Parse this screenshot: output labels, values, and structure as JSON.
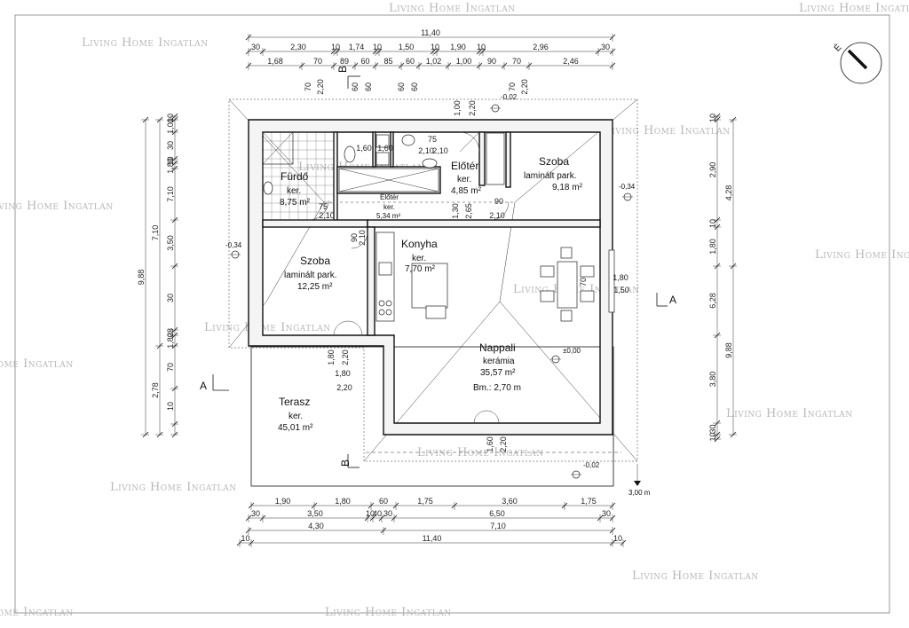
{
  "watermark": "Living Home Ingatlan",
  "compass_label": "É",
  "rooms": {
    "furdo": {
      "name": "Fürdő",
      "floor": "ker.",
      "area": "8,75 m²"
    },
    "eloter1": {
      "name": "Előtér",
      "floor": "ker.",
      "area": "4,85 m²"
    },
    "szoba1": {
      "name": "Szoba",
      "floor": "laminált park.",
      "area": "9,18 m²"
    },
    "eloter2": {
      "name": "Előtér",
      "floor": "ker.",
      "area": "5,34 m²"
    },
    "szoba2": {
      "name": "Szoba",
      "floor": "laminált park.",
      "area": "12,25 m²"
    },
    "konyha": {
      "name": "Konyha",
      "floor": "ker.",
      "area": "7,70 m²"
    },
    "nappali": {
      "name": "Nappali",
      "floor": "kerámia",
      "area": "35,57 m²",
      "height": "Bm.: 2,70 m"
    },
    "terasz": {
      "name": "Terasz",
      "floor": "ker.",
      "area": "45,01 m²"
    }
  },
  "levels": {
    "main": "±0,00",
    "left": "-0,34",
    "right": "-0,34",
    "top": "-0,02",
    "bottom": "-0,02",
    "ground": "3,00 m"
  },
  "sections": {
    "a": "A",
    "b": "B"
  },
  "top_dims": {
    "row1": [
      "11,40"
    ],
    "row2": [
      "30",
      "2,30",
      "10",
      "1,74",
      "10",
      "1,50",
      "10",
      "1,90",
      "10",
      "2,96",
      "30"
    ],
    "row3": [
      "1,68",
      "70",
      "89",
      "60",
      "85",
      "60",
      "1,02",
      "1,00",
      "90",
      "70",
      "2,46"
    ]
  },
  "bottom_dims": {
    "row1": [
      "1,90",
      "1,80",
      "60",
      "1,75",
      "3,60",
      "1,75"
    ],
    "row2": [
      "30",
      "3,50",
      "10",
      "40",
      "30",
      "6,50",
      "30"
    ],
    "row3": [
      "4,30",
      "7,10"
    ],
    "row4": [
      "10",
      "11,40",
      "10"
    ]
  },
  "left_dims": {
    "row1": [
      "10",
      "1,00",
      "30",
      "10",
      "1,80",
      "7,10",
      "3,50",
      "30",
      "28",
      "1,80",
      "70",
      "10"
    ],
    "row2": [
      "7,10",
      "2,78"
    ],
    "row3": [
      "9,88"
    ]
  },
  "right_dims": {
    "row1": [
      "10",
      "2,90",
      "10",
      "1,80",
      "6,28",
      "3,80",
      "30",
      "10"
    ],
    "row2": [
      "4,28",
      "9,88"
    ]
  },
  "inner_dims": [
    "70",
    "2,20",
    "60",
    "60",
    "60",
    "60",
    "70",
    "2,20",
    "1,60",
    "2,10",
    "75",
    "1,60",
    "2,10",
    "1,00",
    "2,20",
    "75",
    "2,10",
    "90",
    "2,10",
    "1,30",
    "2,65",
    "90",
    "2,10",
    "1,80",
    "1,50",
    "70",
    "1,80",
    "2,20",
    "1,80",
    "2,20",
    "1,60",
    "2,20"
  ]
}
